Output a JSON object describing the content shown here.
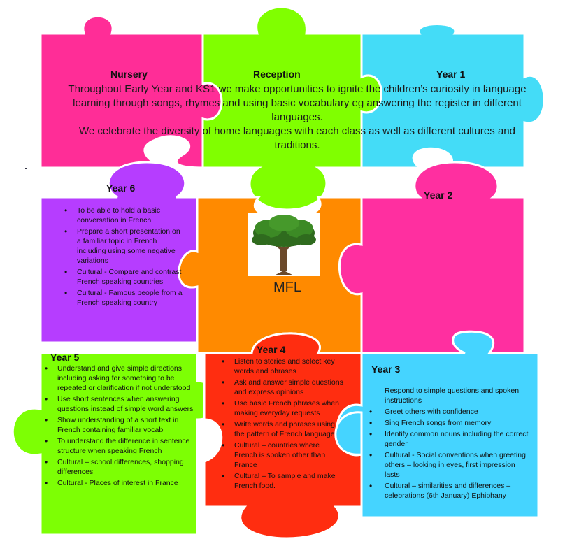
{
  "colors": {
    "nursery": "#ff2d97",
    "reception": "#80ff00",
    "year1": "#44dcf7",
    "year2": "#ff2fa0",
    "year6": "#b63dff",
    "centre": "#ff8a00",
    "year3": "#45d4ff",
    "year4": "#ff2d10",
    "year5": "#7dff04"
  },
  "headings": {
    "nursery": "Nursery",
    "reception": "Reception",
    "year1": "Year 1",
    "year2": "Year 2",
    "year3": "Year 3",
    "year4": "Year 4",
    "year5": "Year 5",
    "year6": "Year 6"
  },
  "intro": {
    "line1": "Throughout Early Year and KS1 we make opportunities to ignite the children’s curiosity in language learning through songs, rhymes and using basic vocabulary eg answering the register in different languages.",
    "line2": "We celebrate the diversity of home languages with each class as well as different cultures and traditions."
  },
  "centre": {
    "label": "MFL",
    "image": "oak-tree-logo"
  },
  "year6": {
    "items": [
      "To be able to hold a basic conversation in French",
      "Prepare a short presentation on a familiar topic in French including using some negative variations",
      "Cultural - Compare and contrast French speaking countries",
      "Cultural - Famous people from a French speaking country"
    ]
  },
  "year5": {
    "items": [
      "Understand and give simple directions including asking  for something to be repeated or clarification if not understood",
      "Use short sentences when answering questions instead of simple word answers",
      "Show understanding of a short text  in French containing familiar vocab",
      "To understand the difference in sentence structure when speaking French",
      "Cultural – school differences, shopping differences",
      "Cultural - Places of interest in France"
    ]
  },
  "year4": {
    "items": [
      "Listen to stories and select key words and phrases",
      "Ask and answer simple questions and express opinions",
      "Use basic French phrases when making everyday requests",
      "Write words and phrases using the pattern of French language",
      "Cultural – countries where French is  spoken other than France",
      "Cultural – To sample and make French food."
    ]
  },
  "year3": {
    "lead": "Respond to simple questions and spoken instructions",
    "items": [
      "Greet others with confidence",
      "Sing French songs from memory",
      "Identify common nouns including the correct gender",
      "Cultural - Social conventions  when greeting others – looking in eyes, first impression lasts",
      "Cultural – similarities and differences – celebrations (6th January) Ephiphany"
    ]
  }
}
